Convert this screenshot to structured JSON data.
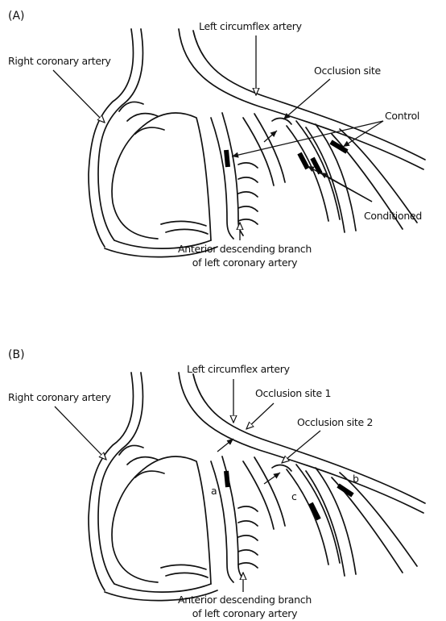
{
  "panel_a": {
    "letter": "(A)",
    "labels": {
      "left_circumflex": "Left circumflex artery",
      "right_coronary": "Right coronary artery",
      "occlusion_site": "Occlusion site",
      "control": "Control",
      "conditioned": "Conditioned",
      "anterior_line1": "Anterior descending branch",
      "anterior_line2": "of left coronary artery"
    }
  },
  "panel_b": {
    "letter": "(B)",
    "labels": {
      "left_circumflex": "Left circumflex artery",
      "right_coronary": "Right coronary artery",
      "occlusion_site_1": "Occlusion site 1",
      "occlusion_site_2": "Occlusion site 2",
      "seg_a": "a",
      "seg_b": "b",
      "seg_c": "c",
      "anterior_line1": "Anterior descending branch",
      "anterior_line2": "of left coronary artery"
    }
  }
}
